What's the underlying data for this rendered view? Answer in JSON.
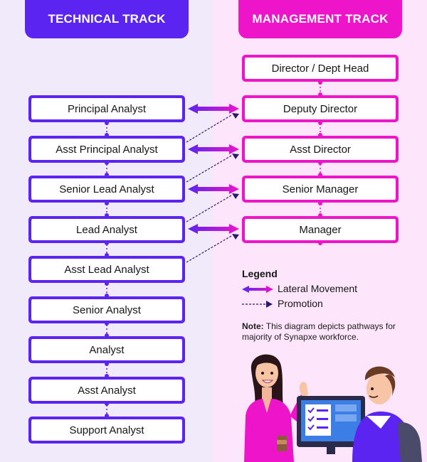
{
  "headers": {
    "technical": "TECHNICAL TRACK",
    "management": "MANAGEMENT TRACK"
  },
  "technical_track": [
    "Principal Analyst",
    "Asst Principal Analyst",
    "Senior Lead Analyst",
    "Lead Analyst",
    "Asst Lead Analyst",
    "Senior Analyst",
    "Analyst",
    "Asst Analyst",
    "Support Analyst"
  ],
  "management_track": [
    "Director / Dept Head",
    "Deputy Director",
    "Asst Director",
    "Senior Manager",
    "Manager"
  ],
  "legend": {
    "title": "Legend",
    "lateral": "Lateral Movement",
    "promotion": "Promotion"
  },
  "note": {
    "label": "Note:",
    "text": "This diagram depicts pathways for majority of Synapxe workforce."
  },
  "colors": {
    "technical": "#5b24f0",
    "management": "#ee14c9",
    "promotion_line": "#2a1a6a"
  }
}
